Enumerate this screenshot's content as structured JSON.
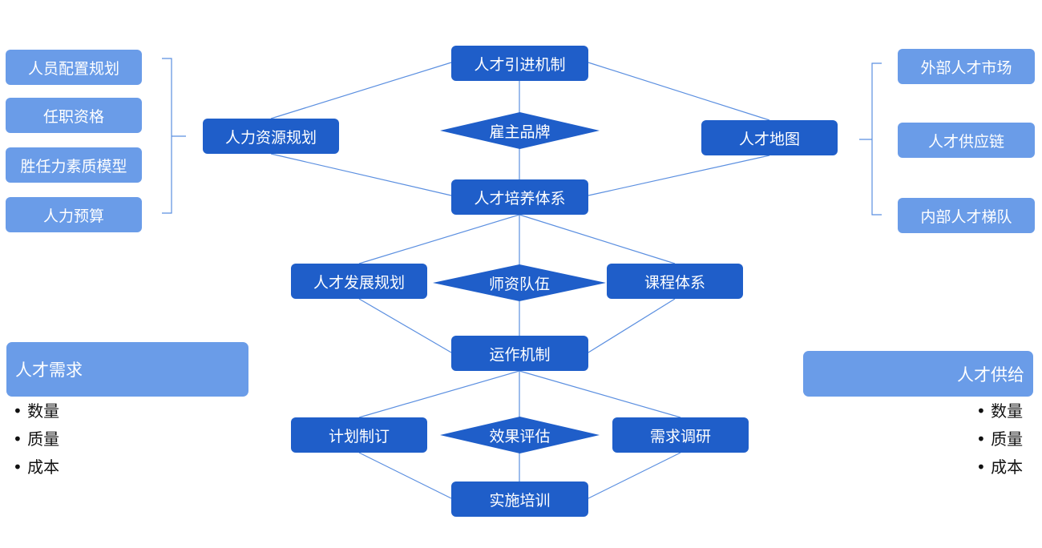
{
  "center": {
    "introduction": "人才引进机制",
    "employer_brand": "雇主品牌",
    "training_system": "人才培养体系",
    "development_plan": "人才发展规划",
    "faculty": "师资队伍",
    "curriculum": "课程体系",
    "operation": "运作机制",
    "plan": "计划制订",
    "evaluation": "效果评估",
    "research": "需求调研",
    "implementation": "实施培训"
  },
  "left": {
    "hr_planning": "人力资源规划",
    "items": [
      "人员配置规划",
      "任职资格",
      "胜任力素质模型",
      "人力预算"
    ]
  },
  "right": {
    "talent_map": "人才地图",
    "items": [
      "外部人才市场",
      "人才供应链",
      "内部人才梯队"
    ]
  },
  "demand": {
    "title": "人才需求",
    "bullets": [
      "数量",
      "质量",
      "成本"
    ]
  },
  "supply": {
    "title": "人才供给",
    "bullets": [
      "数量",
      "质量",
      "成本"
    ]
  }
}
